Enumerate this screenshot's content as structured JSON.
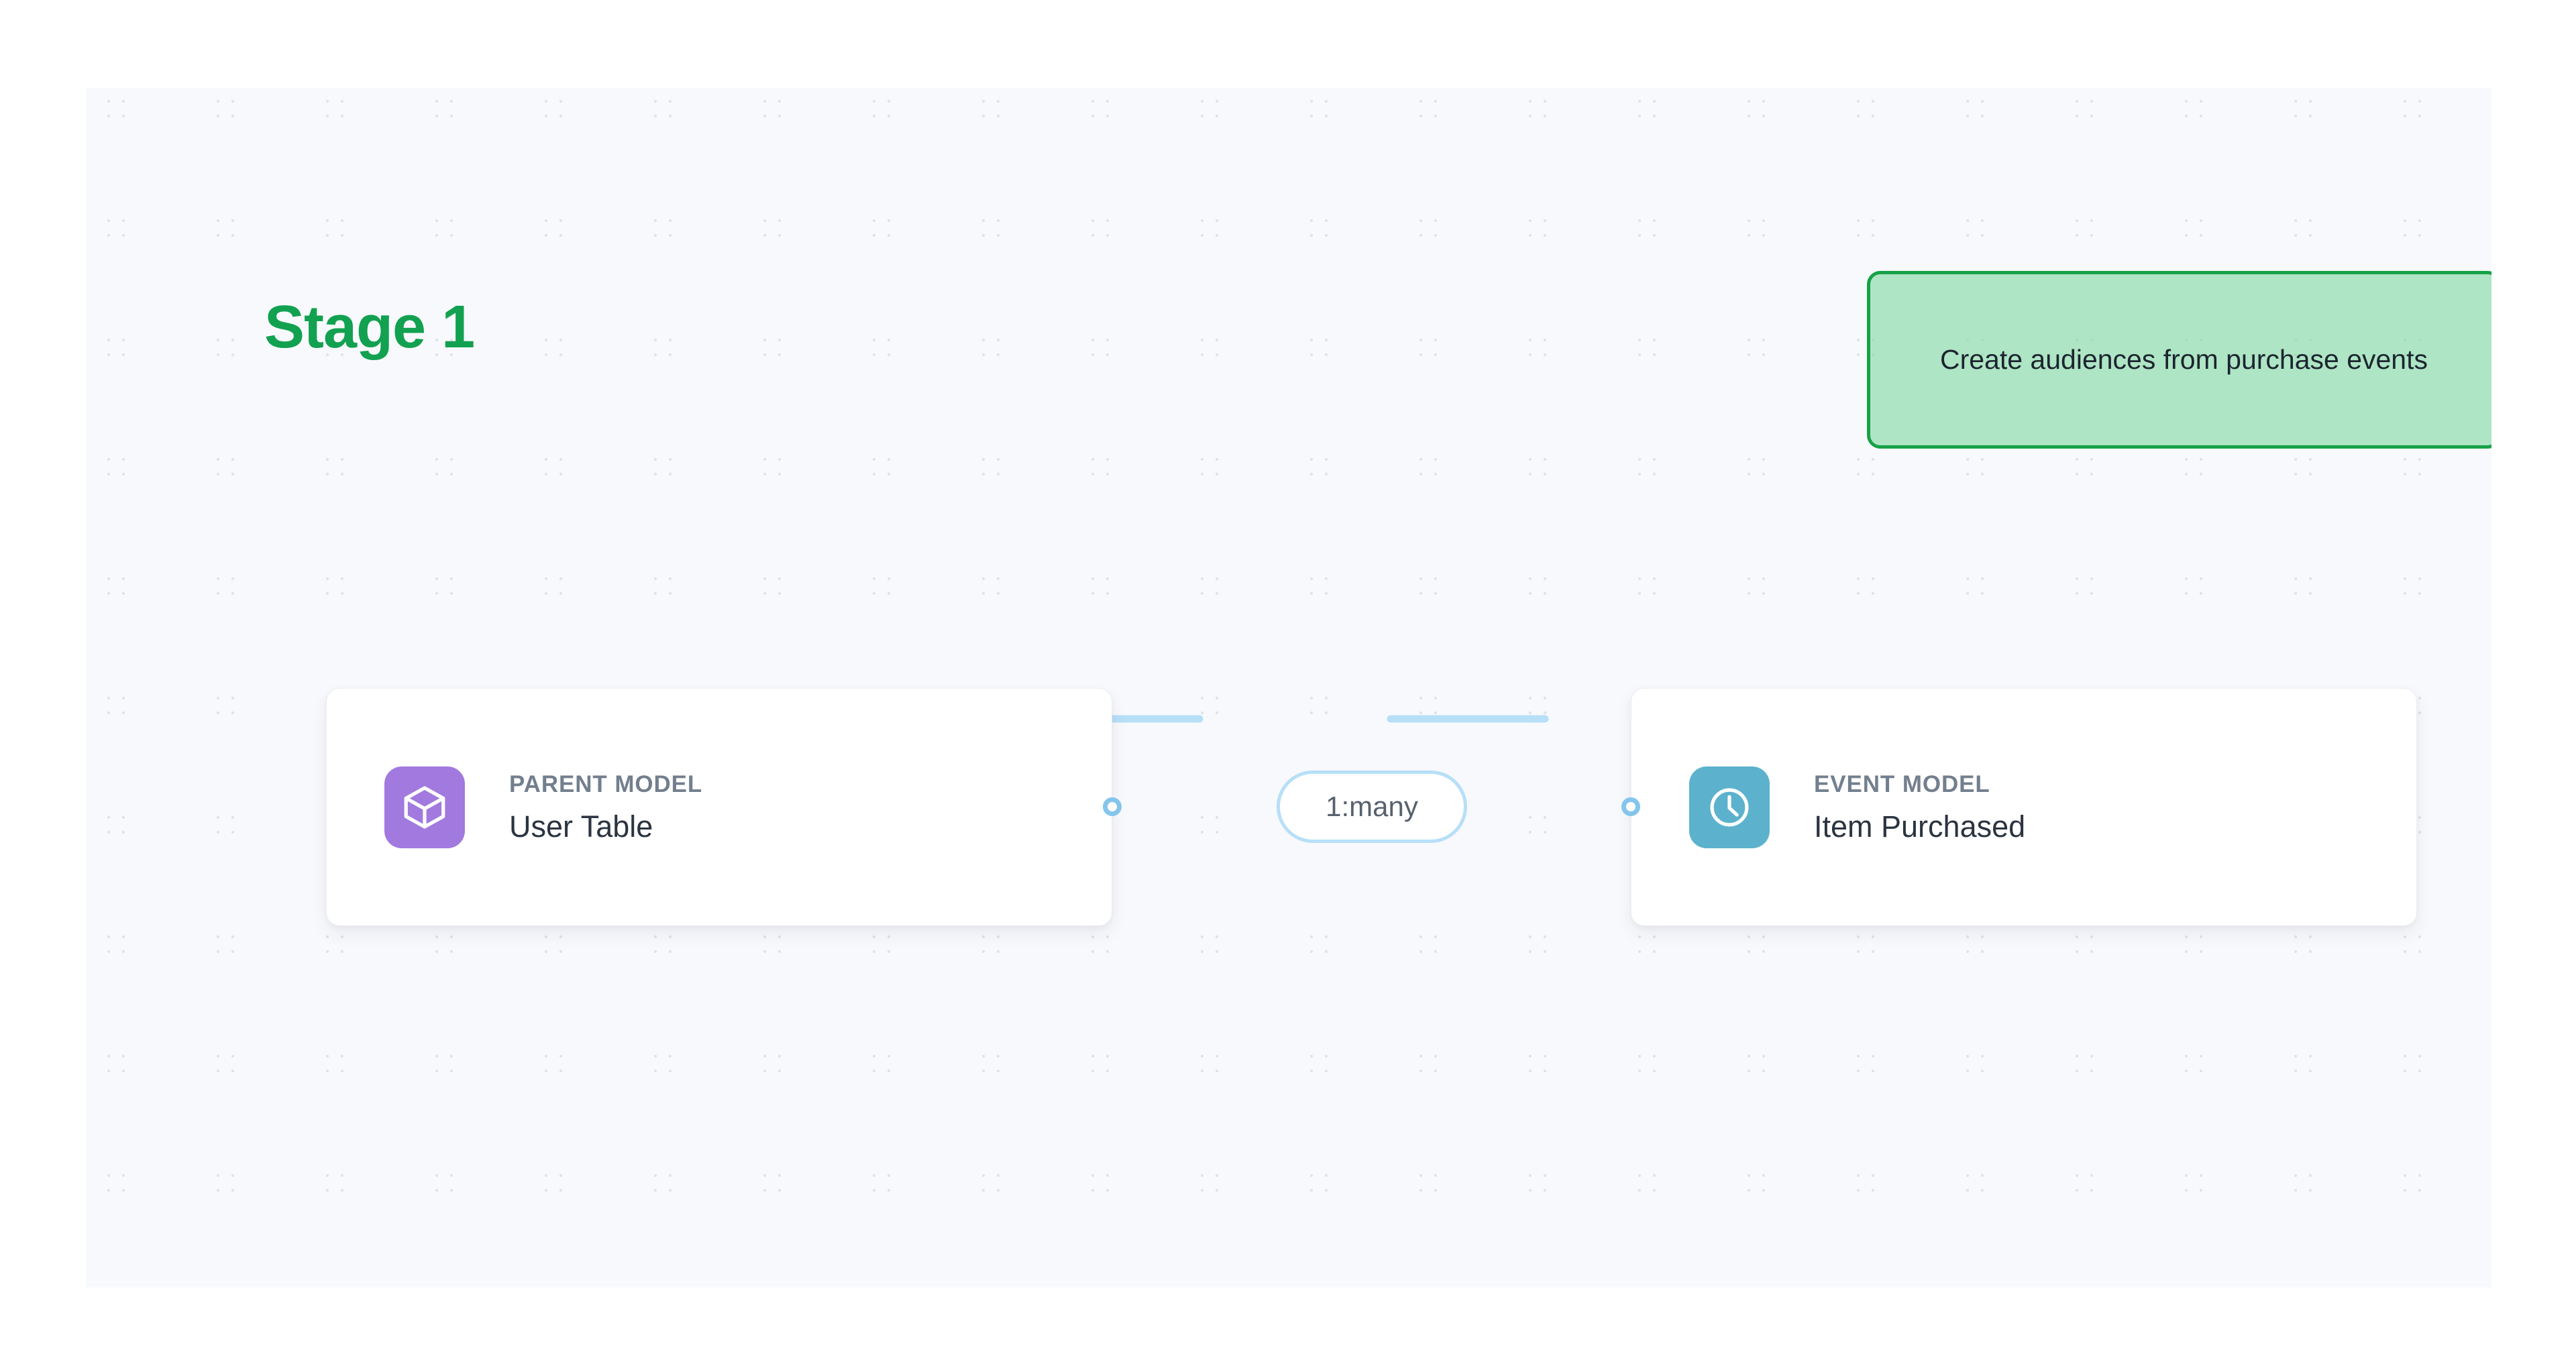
{
  "stage": {
    "title": "Stage 1",
    "title_color": "#12a150"
  },
  "callout": {
    "text": "Create audiences from purchase events",
    "border_color": "#17a146",
    "fill_color": "#81d8a1"
  },
  "canvas": {
    "background_color": "#f8f9fc",
    "dot_color": "#dfe2e8"
  },
  "nodes": [
    {
      "id": "parent-model",
      "kicker": "PARENT MODEL",
      "title": "User Table",
      "icon": "cube-icon",
      "icon_tile_color": "#a279df"
    },
    {
      "id": "event-model",
      "kicker": "EVENT MODEL",
      "title": "Item Purchased",
      "icon": "clock-icon",
      "icon_tile_color": "#5cb2cd"
    }
  ],
  "edge": {
    "label": "1:many",
    "line_color": "#b7dff8",
    "port_color": "#84c5ec",
    "source": "parent-model",
    "target": "event-model"
  }
}
